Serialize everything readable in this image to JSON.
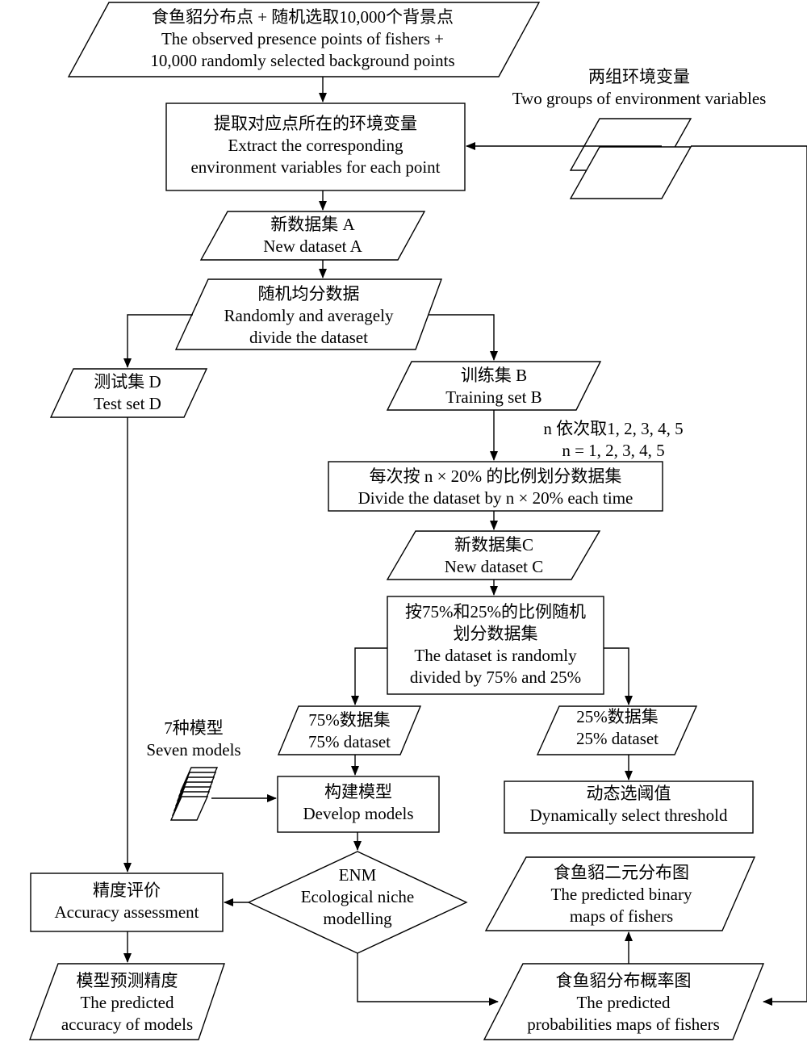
{
  "colors": {
    "stroke": "#000000",
    "background": "#ffffff",
    "text": "#000000"
  },
  "nodes": {
    "input": {
      "zh": "食鱼貂分布点 + 随机选取10,000个背景点",
      "en1": "The observed presence points of fishers +",
      "en2": "10,000 randomly selected background points"
    },
    "env_vars": {
      "zh": "两组环境变量",
      "en": "Two groups of environment variables"
    },
    "extract": {
      "zh": "提取对应点所在的环境变量",
      "en1": "Extract the corresponding",
      "en2": "environment variables for each point"
    },
    "dataset_a": {
      "zh": "新数据集 A",
      "en": "New dataset A"
    },
    "divide": {
      "zh": "随机均分数据",
      "en1": "Randomly and averagely",
      "en2": "divide the dataset"
    },
    "test_set": {
      "zh": "测试集 D",
      "en": "Test set D"
    },
    "train_set": {
      "zh": "训练集 B",
      "en": "Training set B"
    },
    "n_note": {
      "zh": "n 依次取1, 2, 3, 4, 5",
      "en": "n = 1, 2, 3, 4, 5"
    },
    "divide_n": {
      "zh": "每次按 n × 20% 的比例划分数据集",
      "en": "Divide the dataset by n × 20% each time"
    },
    "dataset_c": {
      "zh": "新数据集C",
      "en": "New dataset C"
    },
    "split": {
      "zh1": "按75%和25%的比例随机",
      "zh2": "划分数据集",
      "en1": "The dataset is randomly",
      "en2": "divided by 75% and 25%"
    },
    "models_note": {
      "zh": "7种模型",
      "en": "Seven models"
    },
    "ds75": {
      "zh": "75%数据集",
      "en": "75% dataset"
    },
    "ds25": {
      "zh": "25%数据集",
      "en": "25% dataset"
    },
    "develop": {
      "zh": "构建模型",
      "en": "Develop models"
    },
    "threshold": {
      "zh": "动态选阈值",
      "en": "Dynamically select threshold"
    },
    "enm": {
      "l1": "ENM",
      "l2": "Ecological niche",
      "l3": "modelling"
    },
    "accuracy": {
      "zh": "精度评价",
      "en": "Accuracy assessment"
    },
    "binary": {
      "zh": "食鱼貂二元分布图",
      "en1": "The predicted binary",
      "en2": "maps of fishers"
    },
    "predicted_acc": {
      "zh": "模型预测精度",
      "en1": "The predicted",
      "en2": "accuracy of models"
    },
    "prob_maps": {
      "zh": "食鱼貂分布概率图",
      "en1": "The predicted",
      "en2": "probabilities maps of fishers"
    }
  }
}
